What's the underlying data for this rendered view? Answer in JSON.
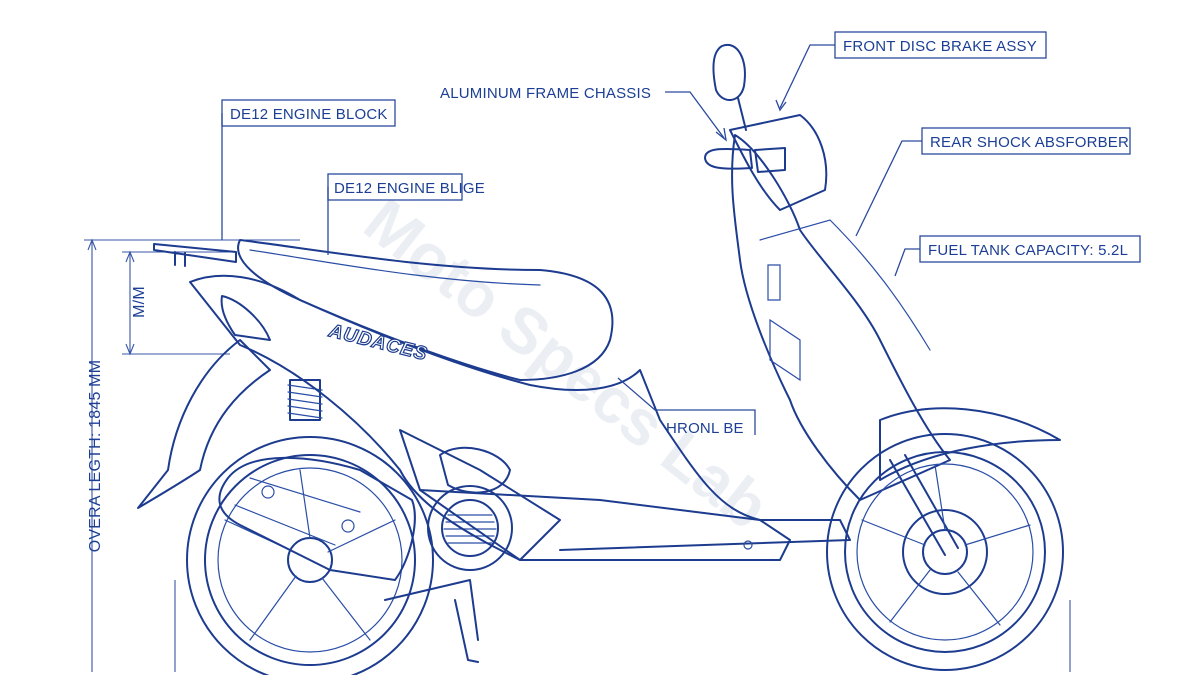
{
  "watermark": "Moto Specs Lab",
  "brand_decal": "AUDACES",
  "labels": {
    "front_disc_brake": "FRONT DISC BRAKE ASSY",
    "aluminum_frame": "ALUMINUM FRAME CHASSIS",
    "engine_block": "DE12 ENGINE BLOCK",
    "rear_shock": "REAR SHOCK ABSFORBER",
    "engine_bloc_2": "DE12 ENGINE BLIGE",
    "fuel_tank": "FUEL TANK CAPACITY: 5.2L",
    "front_side": "HRONL BE"
  },
  "dimensions": {
    "seat_height": "M/M",
    "overall_length": "OVERA LEGTH: 1845 MM"
  },
  "colors": {
    "line": "#1d3c8f",
    "label_text": "#1c3f95",
    "background": "#ffffff"
  }
}
